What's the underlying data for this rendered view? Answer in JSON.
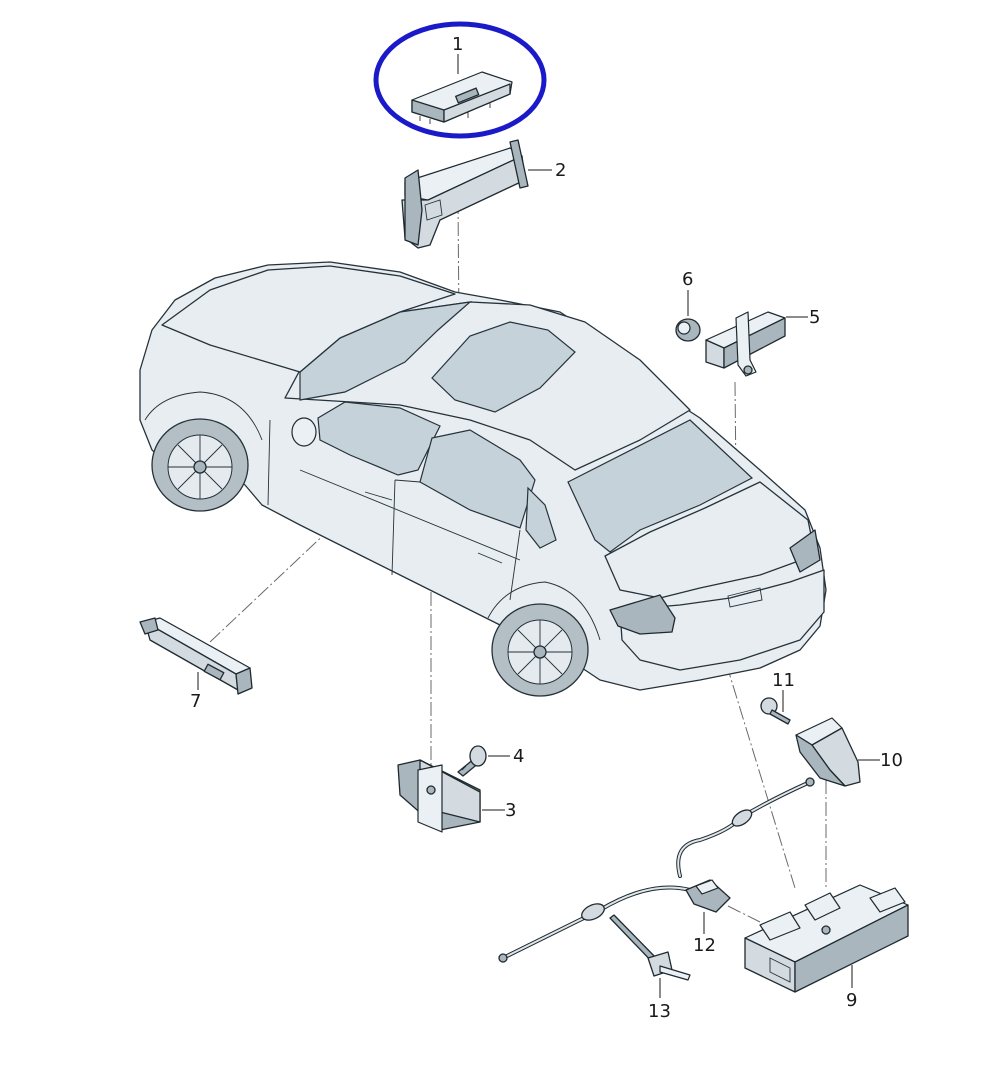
{
  "diagram": {
    "callouts": [
      {
        "id": "callout-1",
        "label": "1"
      },
      {
        "id": "callout-2",
        "label": "2"
      },
      {
        "id": "callout-3",
        "label": "3"
      },
      {
        "id": "callout-4",
        "label": "4"
      },
      {
        "id": "callout-5",
        "label": "5"
      },
      {
        "id": "callout-6",
        "label": "6"
      },
      {
        "id": "callout-7",
        "label": "7"
      },
      {
        "id": "callout-9",
        "label": "9"
      },
      {
        "id": "callout-10",
        "label": "10"
      },
      {
        "id": "callout-11",
        "label": "11"
      },
      {
        "id": "callout-12",
        "label": "12"
      },
      {
        "id": "callout-13",
        "label": "13"
      }
    ],
    "highlight_color": "#1a1ac8",
    "highlighted_part": "1"
  }
}
